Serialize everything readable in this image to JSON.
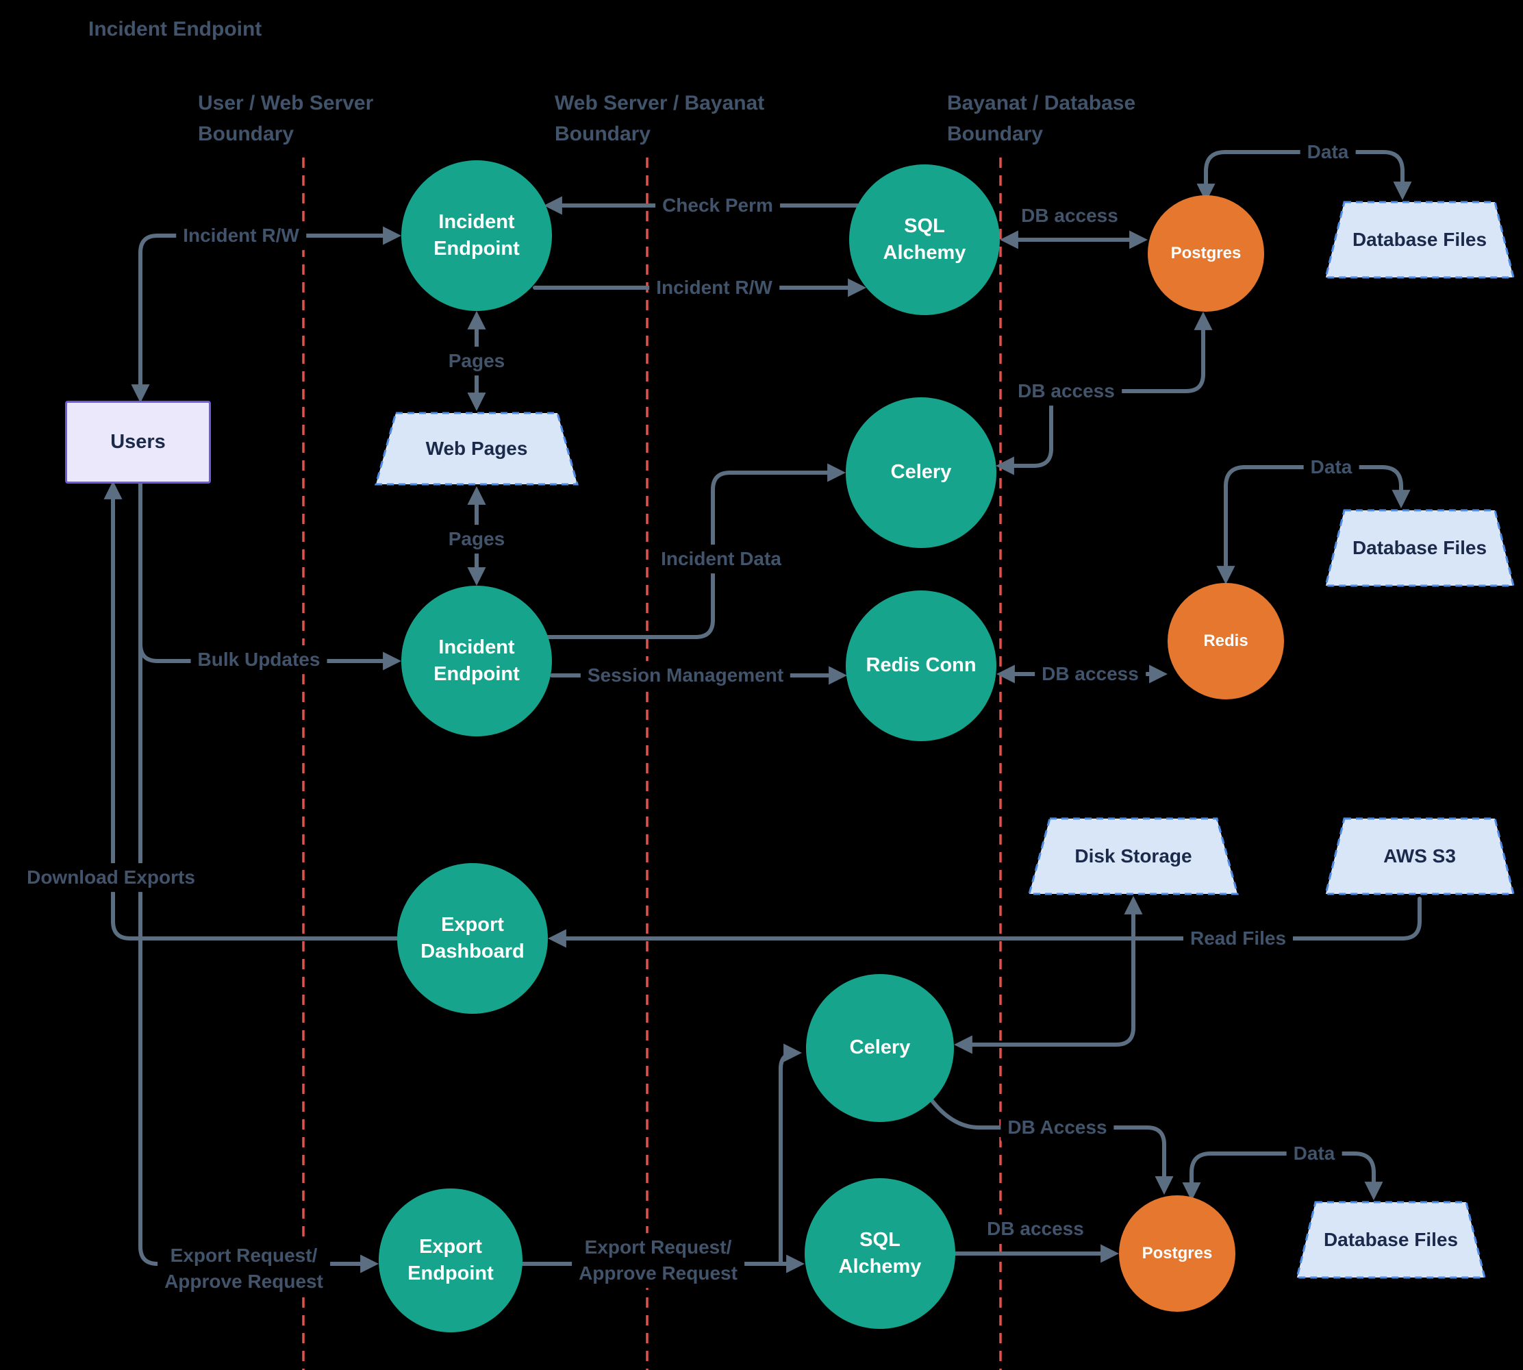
{
  "title": "Incident Endpoint",
  "colors": {
    "teal": "#17A48C",
    "orange": "#E5772F",
    "arrow": "#5C6F82",
    "boundary": "#E0524E",
    "store-fill": "#D9E6F8",
    "store-border": "#4D8BE8",
    "store-text": "#1B2A4A",
    "users-fill": "#ECE8FB",
    "users-border": "#6F5BD8",
    "label": "#41546B"
  },
  "boundaries": [
    {
      "label": "User / Web Server\nBoundary"
    },
    {
      "label": "Web Server / Bayanat\nBoundary"
    },
    {
      "label": "Bayanat / Database\nBoundary"
    }
  ],
  "nodes": {
    "incident_endpoint_1": "Incident\nEndpoint",
    "sql_alchemy_1": "SQL\nAlchemy",
    "postgres_1": "Postgres",
    "database_files_1": "Database Files",
    "users": "Users",
    "web_pages": "Web Pages",
    "celery_1": "Celery",
    "incident_endpoint_2": "Incident\nEndpoint",
    "redis_conn": "Redis Conn",
    "redis": "Redis",
    "database_files_2": "Database Files",
    "disk_storage": "Disk Storage",
    "aws_s3": "AWS S3",
    "export_dashboard": "Export\nDashboard",
    "celery_2": "Celery",
    "export_endpoint": "Export\nEndpoint",
    "sql_alchemy_2": "SQL\nAlchemy",
    "postgres_2": "Postgres",
    "database_files_3": "Database Files"
  },
  "edges": {
    "incident_rw_top": "Incident R/W",
    "check_perm": "Check Perm",
    "incident_rw_sqla": "Incident R/W",
    "db_access_top": "DB access",
    "data_top": "Data",
    "pages_top": "Pages",
    "pages_bottom": "Pages",
    "incident_data": "Incident Data",
    "db_access_celery": "DB access",
    "data_redis": "Data",
    "bulk_updates": "Bulk Updates",
    "session_management": "Session Management",
    "db_access_redis": "DB access",
    "download_exports": "Download Exports",
    "read_files": "Read Files",
    "db_access_celery2": "DB Access",
    "export_request_left": "Export Request/\nApprove Request",
    "export_request_mid": "Export Request/\nApprove Request",
    "db_access_bottom": "DB access",
    "data_bottom": "Data"
  }
}
